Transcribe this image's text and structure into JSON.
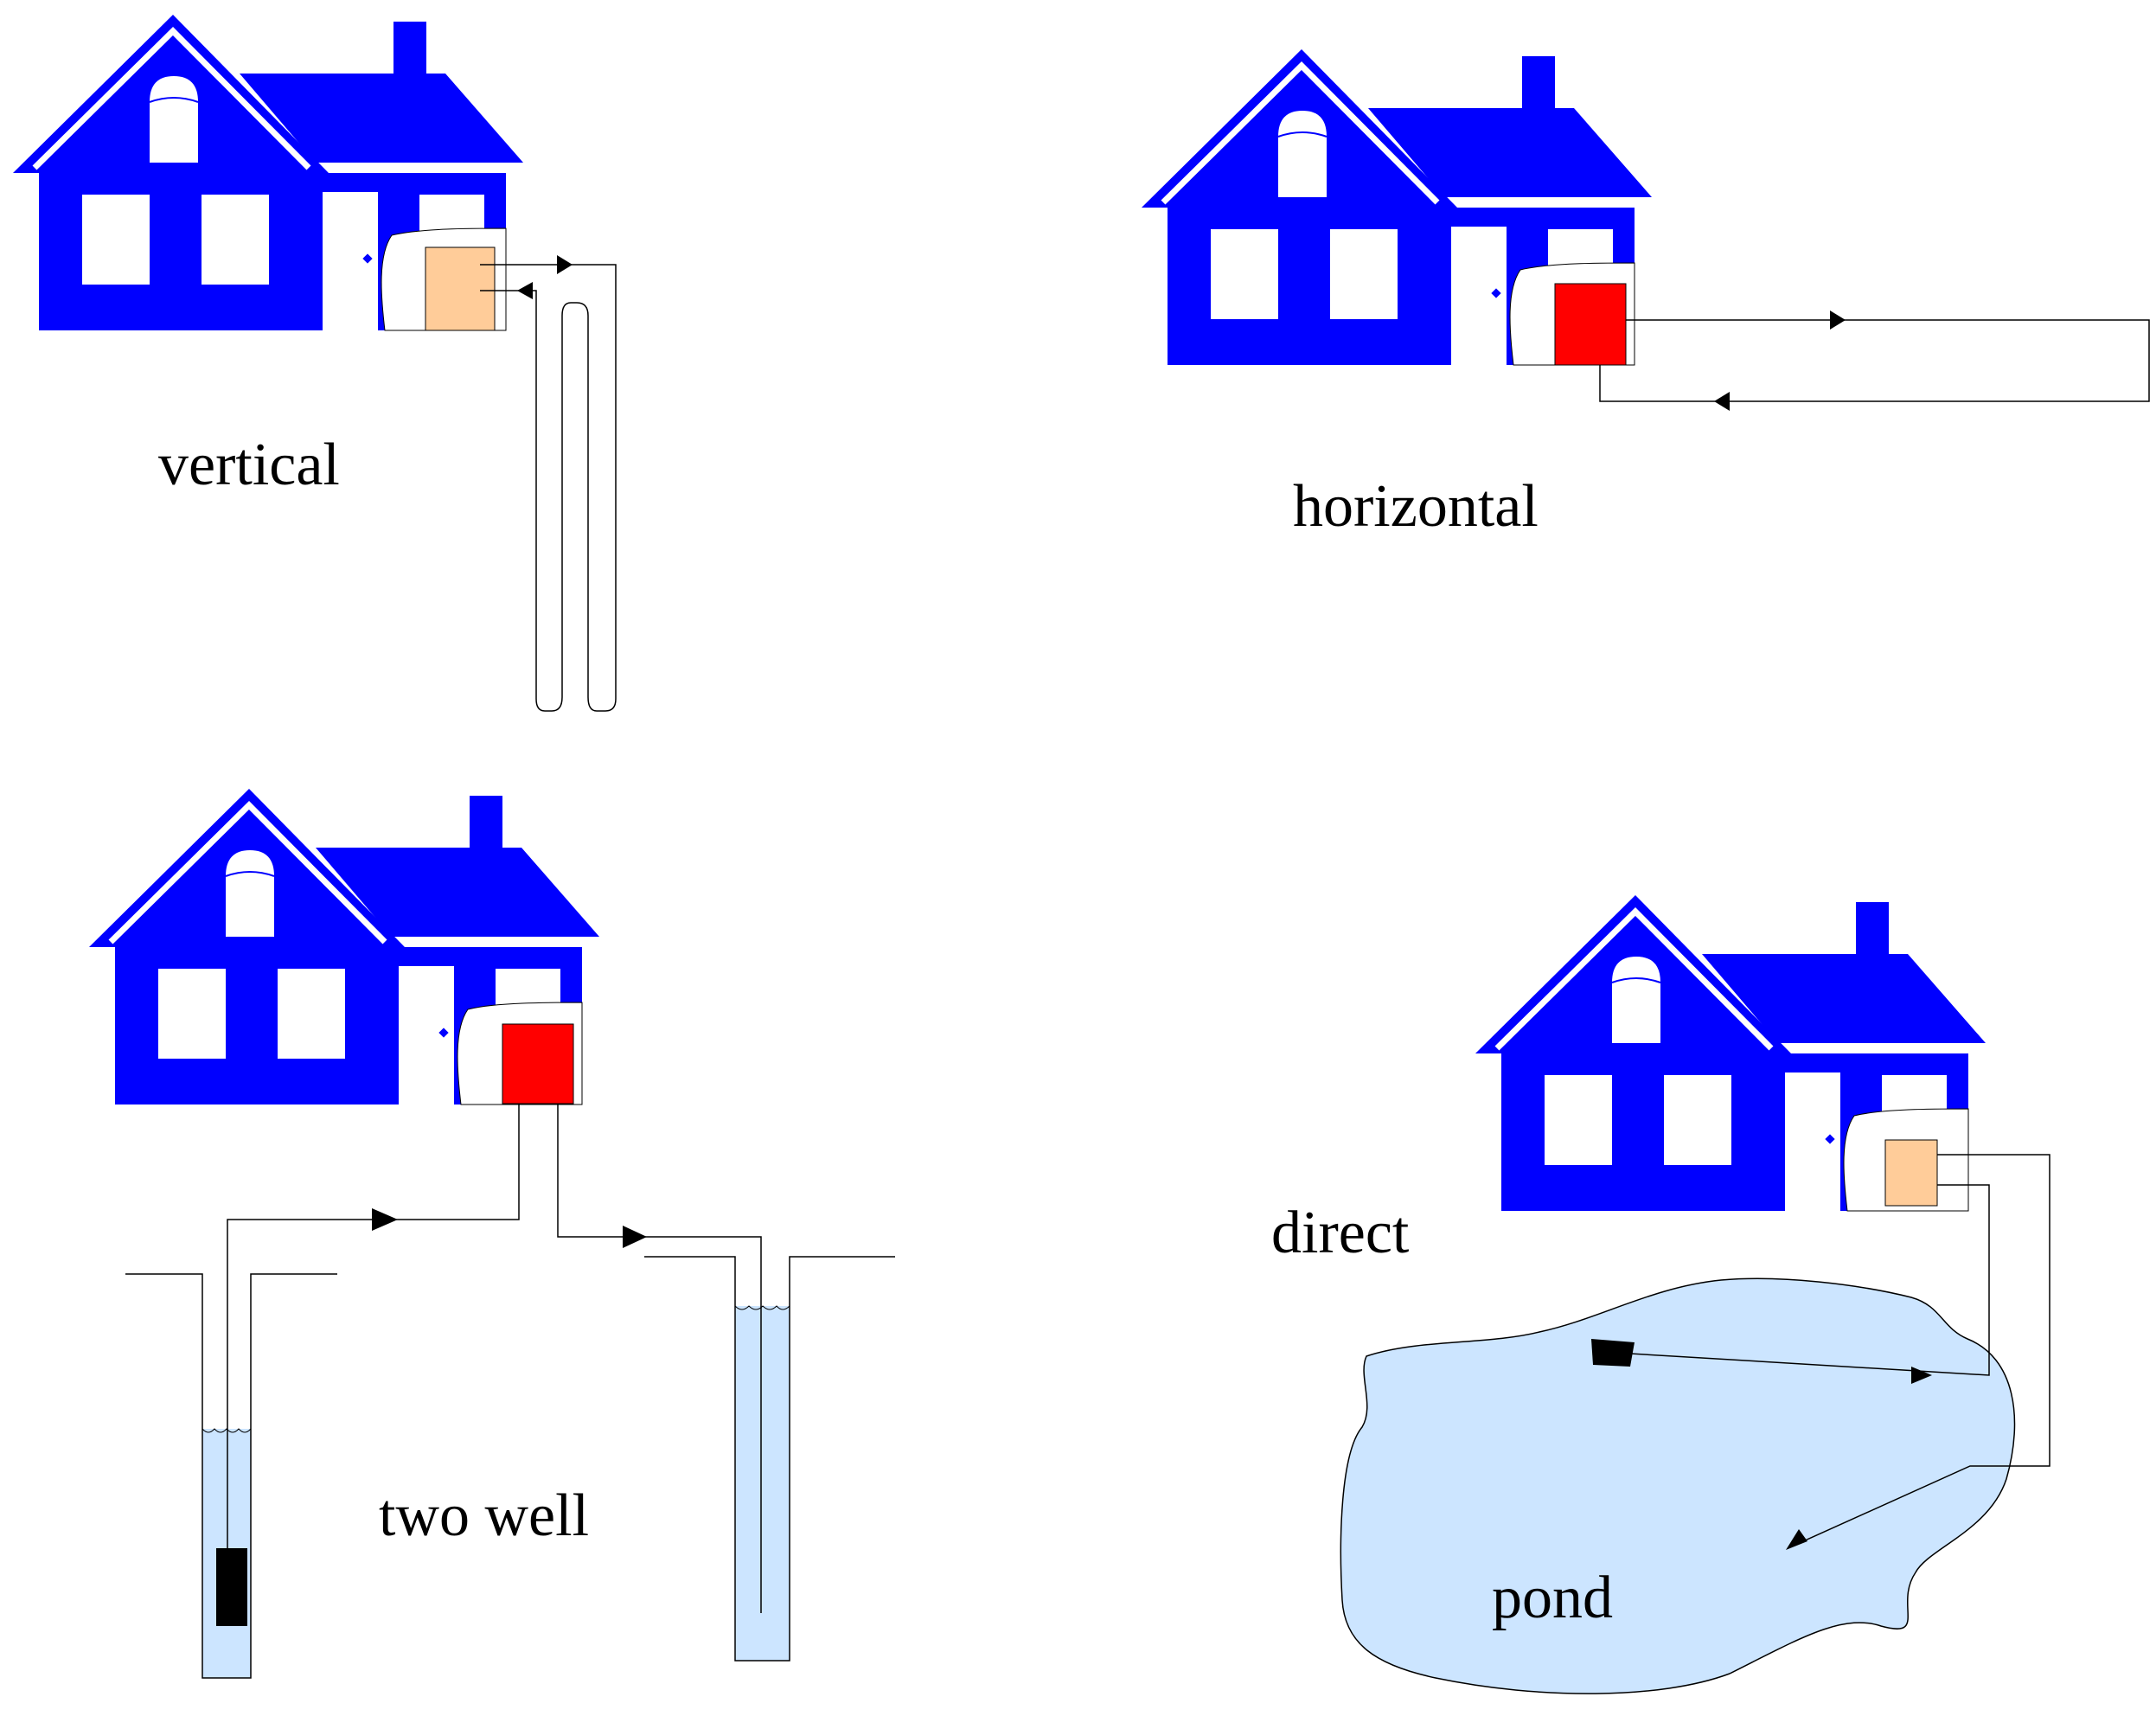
{
  "labels": {
    "vertical": "vertical",
    "horizontal": "horizontal",
    "two_well": "two well",
    "direct": "direct",
    "pond": "pond"
  },
  "colors": {
    "house_blue": "#0000FF",
    "unit_peach": "#FFCC99",
    "unit_red": "#FF0000",
    "water": "#CCE5FF",
    "line": "#000000"
  },
  "icons": [
    "house-icon",
    "heat-pump-unit-icon",
    "arrow-icon",
    "pump-icon",
    "well-icon",
    "pond-icon"
  ]
}
